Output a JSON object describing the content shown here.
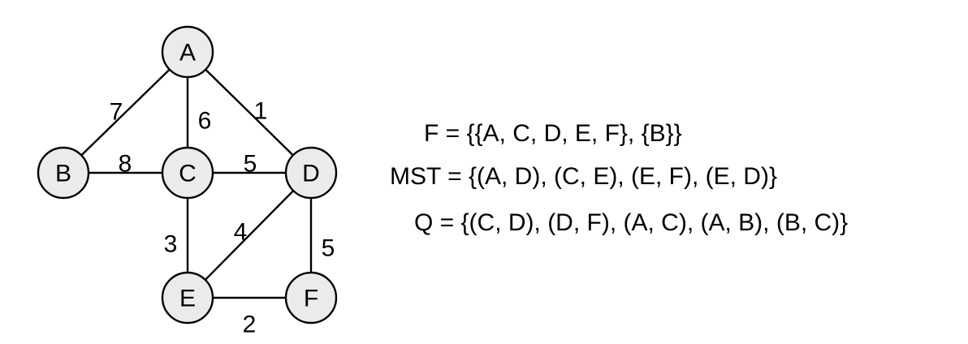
{
  "graph": {
    "nodes": [
      {
        "id": "A",
        "label": "A"
      },
      {
        "id": "B",
        "label": "B"
      },
      {
        "id": "C",
        "label": "C"
      },
      {
        "id": "D",
        "label": "D"
      },
      {
        "id": "E",
        "label": "E"
      },
      {
        "id": "F",
        "label": "F"
      }
    ],
    "edges": [
      {
        "from": "A",
        "to": "B",
        "weight": "7"
      },
      {
        "from": "A",
        "to": "C",
        "weight": "6"
      },
      {
        "from": "A",
        "to": "D",
        "weight": "1"
      },
      {
        "from": "B",
        "to": "C",
        "weight": "8"
      },
      {
        "from": "C",
        "to": "D",
        "weight": "5"
      },
      {
        "from": "C",
        "to": "E",
        "weight": "3"
      },
      {
        "from": "D",
        "to": "E",
        "weight": "4"
      },
      {
        "from": "D",
        "to": "F",
        "weight": "5"
      },
      {
        "from": "E",
        "to": "F",
        "weight": "2"
      }
    ]
  },
  "formulas": {
    "f": "F = {{A, C, D, E, F}, {B}}",
    "mst": "MST = {(A, D), (C, E), (E, F), (E, D)}",
    "q": "Q = {(C, D), (D, F), (A, C), (A, B), (B, C)}"
  },
  "colors": {
    "node_fill": "#ebebeb",
    "stroke": "#000000"
  }
}
